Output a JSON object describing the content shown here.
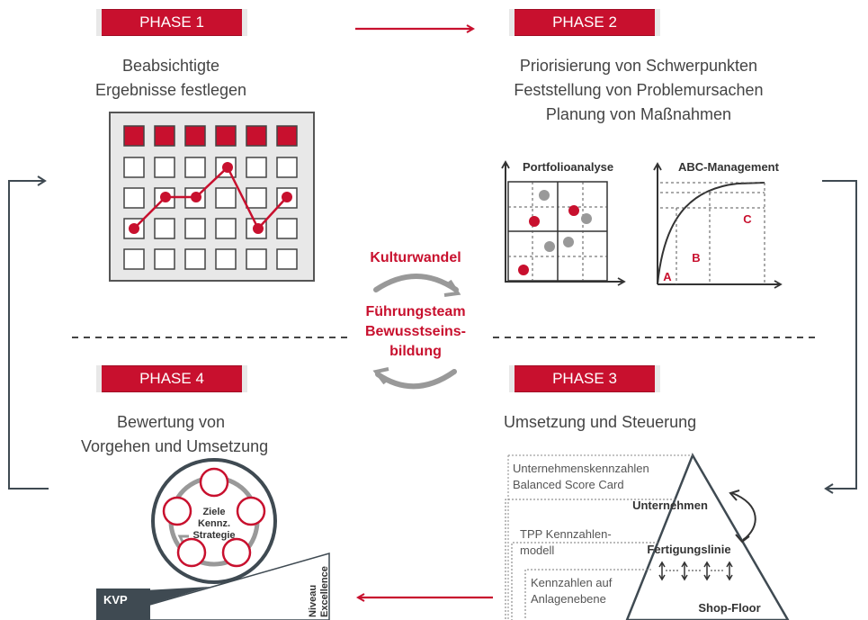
{
  "phases": [
    {
      "label": "PHASE 1",
      "lines": [
        "Beabsichtigte",
        "Ergebnisse festlegen"
      ]
    },
    {
      "label": "PHASE 2",
      "lines": [
        "Priorisierung von Schwerpunkten",
        "Feststellung von Problemursachen",
        "Planung von Maßnahmen"
      ]
    },
    {
      "label": "PHASE 3",
      "lines": [
        "Umsetzung und Steuerung"
      ]
    },
    {
      "label": "PHASE 4",
      "lines": [
        "Bewertung von",
        "Vorgehen und Umsetzung"
      ]
    }
  ],
  "center": {
    "top_label": "Kulturwandel",
    "bottom_lines": [
      "Führungsteam",
      "Bewusstseins-",
      "bildung"
    ]
  },
  "phase2_charts": {
    "portfolio_title": "Portfolioanalyse",
    "abc_title": "ABC-Management",
    "abc_labels": [
      "A",
      "B",
      "C"
    ]
  },
  "phase3_pyramid": {
    "levels": [
      "Unternehmen",
      "Fertigungslinie",
      "Shop-Floor"
    ],
    "box_labels": [
      [
        "Unternehmenskennzahlen",
        "Balanced Score Card"
      ],
      [
        "TPP Kennzahlen-",
        "modell"
      ],
      [
        "Kennzahlen auf",
        "Anlagenebene"
      ]
    ]
  },
  "phase4_wheel": {
    "center_lines": [
      "Ziele",
      "Kennz.",
      "Strategie"
    ],
    "kvp_label": "KVP",
    "niveau_lines": [
      "Niveau",
      "Excellence"
    ]
  },
  "colors": {
    "accent": "#c8102e",
    "dark": "#3f4a52",
    "grey": "#999999"
  }
}
